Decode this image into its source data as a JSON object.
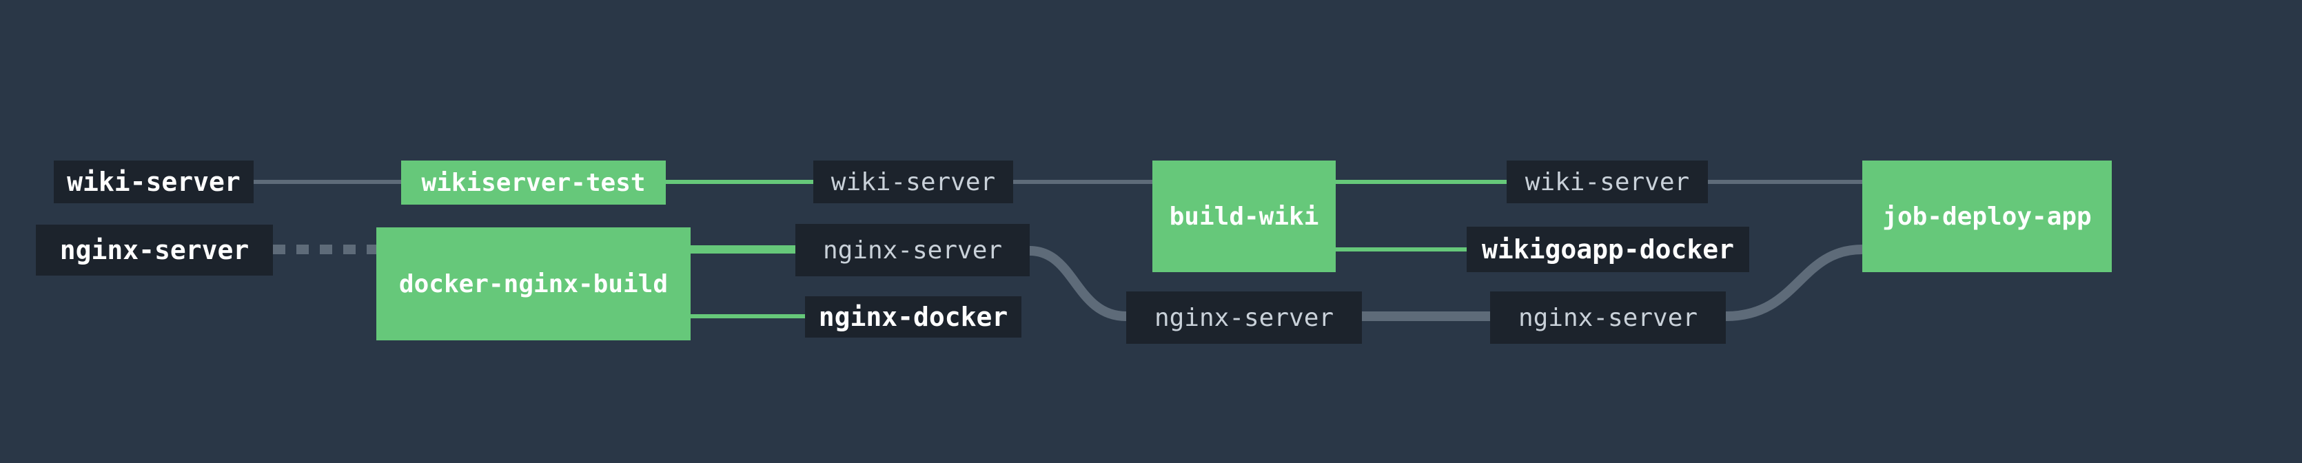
{
  "theme": {
    "background": "#2a3747",
    "job_color": "#66c87a",
    "resource_bg": "#1c232c",
    "edge_success": "#66c87a",
    "edge_neutral": "#5e6b79"
  },
  "pipeline": {
    "jobs": [
      {
        "id": "wikiserver-test",
        "label": "wikiserver-test"
      },
      {
        "id": "docker-nginx-build",
        "label": "docker-nginx-build"
      },
      {
        "id": "build-wiki",
        "label": "build-wiki"
      },
      {
        "id": "job-deploy-app",
        "label": "job-deploy-app"
      }
    ],
    "resources": [
      {
        "id": "res-wiki-server-input",
        "label": "wiki-server",
        "style": "input"
      },
      {
        "id": "res-nginx-server-input",
        "label": "nginx-server",
        "style": "input"
      },
      {
        "id": "res-wiki-server-1",
        "label": "wiki-server",
        "style": "version"
      },
      {
        "id": "res-nginx-server-1",
        "label": "nginx-server",
        "style": "version"
      },
      {
        "id": "res-nginx-docker",
        "label": "nginx-docker",
        "style": "output"
      },
      {
        "id": "res-nginx-server-2",
        "label": "nginx-server",
        "style": "version"
      },
      {
        "id": "res-wiki-server-2",
        "label": "wiki-server",
        "style": "version"
      },
      {
        "id": "res-wikigoapp-docker",
        "label": "wikigoapp-docker",
        "style": "output"
      },
      {
        "id": "res-nginx-server-3",
        "label": "nginx-server",
        "style": "version"
      }
    ],
    "edges": [
      {
        "from": "res-wiki-server-input",
        "to": "wikiserver-test",
        "status": "neutral"
      },
      {
        "from": "wikiserver-test",
        "to": "res-wiki-server-1",
        "status": "success"
      },
      {
        "from": "res-wiki-server-1",
        "to": "build-wiki",
        "status": "neutral"
      },
      {
        "from": "build-wiki",
        "to": "res-wiki-server-2",
        "status": "success"
      },
      {
        "from": "build-wiki",
        "to": "res-wikigoapp-docker",
        "status": "success"
      },
      {
        "from": "res-wiki-server-2",
        "to": "job-deploy-app",
        "status": "neutral"
      },
      {
        "from": "res-nginx-server-input",
        "to": "docker-nginx-build",
        "status": "pending"
      },
      {
        "from": "docker-nginx-build",
        "to": "res-nginx-server-1",
        "status": "success"
      },
      {
        "from": "docker-nginx-build",
        "to": "res-nginx-docker",
        "status": "success"
      },
      {
        "from": "res-nginx-server-1",
        "to": "res-nginx-server-2",
        "status": "neutral"
      },
      {
        "from": "res-nginx-server-2",
        "to": "res-nginx-server-3",
        "status": "neutral"
      },
      {
        "from": "res-nginx-server-3",
        "to": "job-deploy-app",
        "status": "neutral"
      }
    ]
  }
}
